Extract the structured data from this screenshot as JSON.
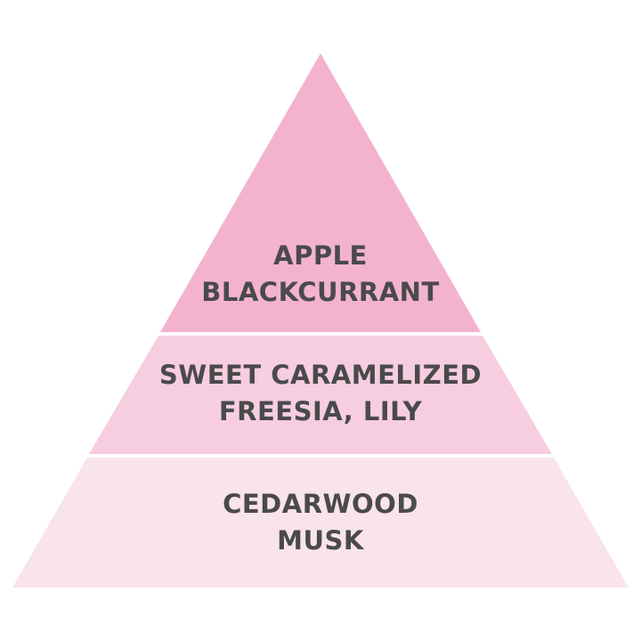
{
  "tiers": [
    {
      "name": "top",
      "lines": [
        "APPLE",
        "BLACKCURRANT"
      ],
      "color": "#f3b3cf"
    },
    {
      "name": "middle",
      "lines": [
        "SWEET CARAMELIZED",
        "FREESIA, LILY"
      ],
      "color": "#f7cde0"
    },
    {
      "name": "base",
      "lines": [
        "CEDARWOOD",
        "MUSK"
      ],
      "color": "#f9e3ed"
    }
  ]
}
